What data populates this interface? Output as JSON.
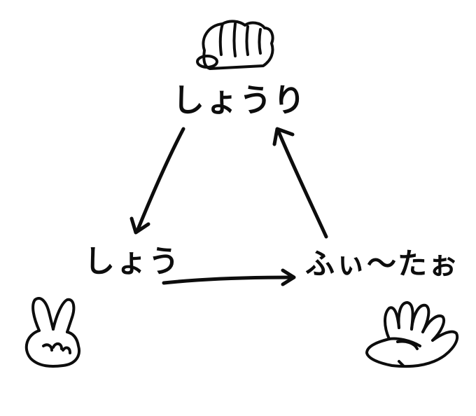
{
  "nodes": {
    "top": {
      "label": "しょうり",
      "icon": "fist-rock-hand-icon"
    },
    "left": {
      "label": "しょう",
      "icon": "peace-scissors-hand-icon"
    },
    "right": {
      "label": "ふぃ〜たぉ",
      "icon": "open-paper-hand-icon"
    }
  },
  "edges": [
    {
      "from": "top",
      "to": "left"
    },
    {
      "from": "left",
      "to": "right"
    },
    {
      "from": "right",
      "to": "top"
    }
  ],
  "colors": {
    "ink": "#0d0d0d",
    "background": "#ffffff"
  }
}
